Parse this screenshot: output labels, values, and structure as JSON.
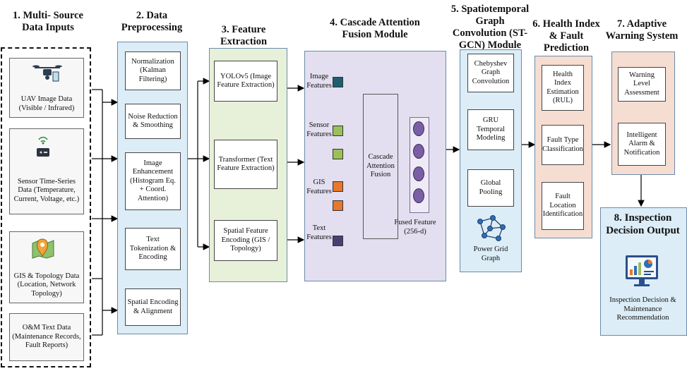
{
  "titles": {
    "t1": "1. Multi- Source Data Inputs",
    "t2": "2. Data Preprocessing",
    "t3": "3. Feature Extraction",
    "t4": "4. Cascade Attention Fusion Module",
    "t5": "5. Spatiotemporal Graph Convolution (ST-GCN) Module",
    "t6": "6. Health Index & Fault Prediction",
    "t7": "7. Adaptive Warning System",
    "t8": "8. Inspection Decision Output"
  },
  "inputs": [
    {
      "label": "UAV Image Data (Visible / Infrared)",
      "icon": "drone-icon"
    },
    {
      "label": "Sensor Time-Series Data (Temperature, Current, Voltage, etc.)",
      "icon": "sensor-icon"
    },
    {
      "label": "GIS & Topology Data (Location, Network Topology)",
      "icon": "map-pin-icon"
    },
    {
      "label": "O&M Text Data (Maintenance Records, Fault Reports)",
      "icon": ""
    }
  ],
  "preprocessing": [
    "Normalization (Kalman Filtering)",
    "Noise Reduction & Smoothing",
    "Image Enhancement (Histogram Eq. + Coord. Attention)",
    "Text Tokenization & Encoding",
    "Spatial Encoding & Alignment"
  ],
  "extraction": [
    "YOLOv5 (Image Feature Extraction)",
    "Transformer (Text Feature Extraction)",
    "Spatial Feature Encoding (GIS / Topology)"
  ],
  "fusion": {
    "features": [
      "Image Features",
      "Sensor Features",
      "GIS Features",
      "Text Features"
    ],
    "cascade": "Cascade Attention Fusion",
    "fused": "Fused Feature (256-d)"
  },
  "stgcn": {
    "boxes": [
      "Chebyshev Graph Convolution",
      "GRU Temporal Modeling",
      "Global Pooling"
    ],
    "graph_label": "Power Grid Graph"
  },
  "health": [
    "Health Index Estimation (RUL)",
    "Fault Type Classification",
    "Fault Location Identification"
  ],
  "warning": [
    "Warning Level Assessment",
    "Intelligent Alarm & Notification"
  ],
  "output": {
    "label": "Inspection Decision & Maintenance Recommendation",
    "icon": "dashboard-monitor-icon"
  },
  "colors": {
    "blue_panel": "#dcedf7",
    "green_panel": "#e7f1d9",
    "purple_panel": "#e3dff0",
    "orange_panel": "#f6ddd2",
    "teal": "#1f5d70",
    "green": "#9ac05a",
    "orange": "#e8762c",
    "purple": "#4b3f72"
  }
}
